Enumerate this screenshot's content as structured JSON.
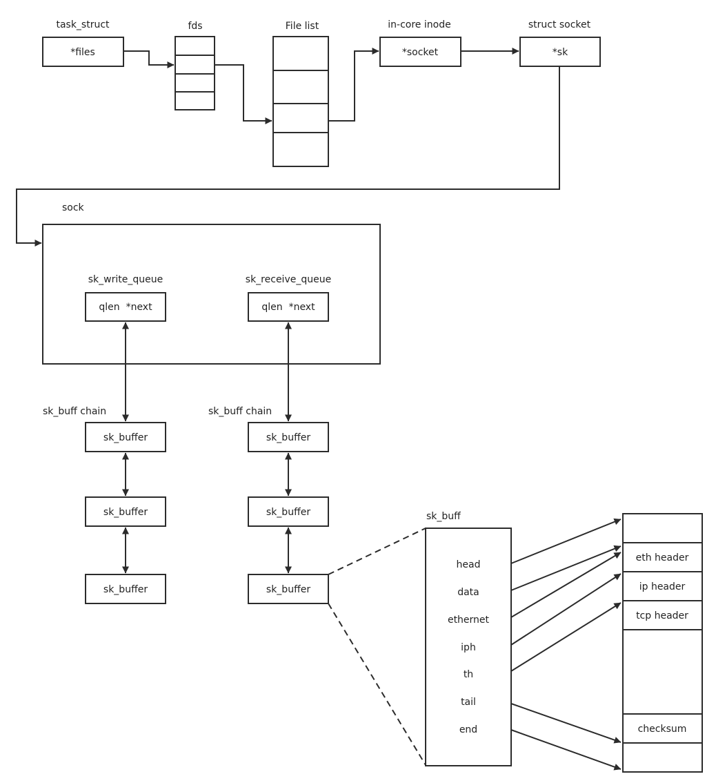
{
  "labels": {
    "task_struct": "task_struct",
    "fds": "fds",
    "file_list": "File list",
    "in_core_inode": "in-core inode",
    "struct_socket": "struct socket",
    "sock": "sock",
    "sk_write_queue": "sk_write_queue",
    "sk_receive_queue": "sk_receive_queue",
    "sk_buff_chain": "sk_buff chain",
    "sk_buff": "sk_buff"
  },
  "boxes": {
    "files": "*files",
    "socket": "*socket",
    "sk": "*sk",
    "queue_fields": "qlen  *next",
    "sk_buffer": "sk_buffer"
  },
  "sk_buff_fields": [
    "head",
    "data",
    "ethernet",
    "iph",
    "th",
    "tail",
    "end"
  ],
  "packet_segments": [
    "",
    "eth header",
    "ip header",
    "tcp header",
    "",
    "checksum",
    ""
  ]
}
